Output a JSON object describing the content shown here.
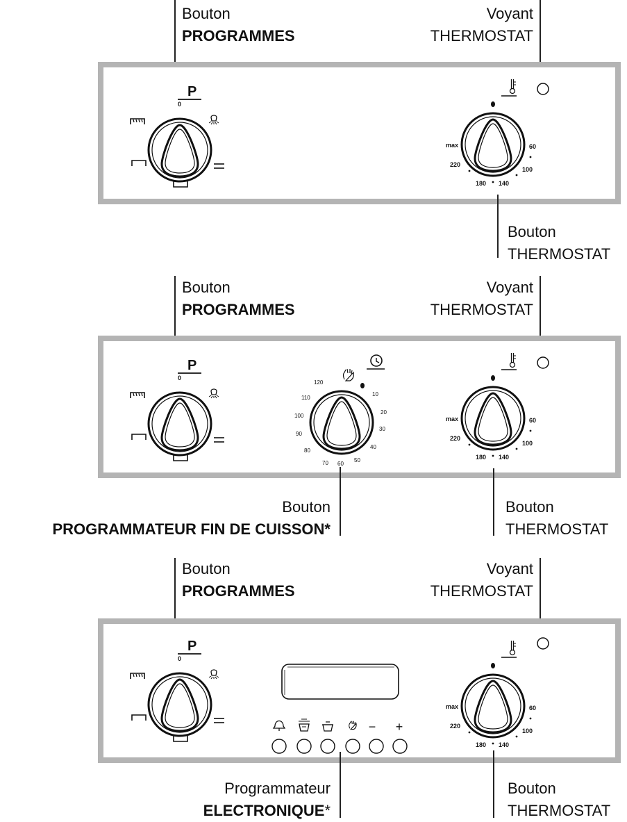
{
  "labels": {
    "bouton": "Bouton",
    "programmes": "PROGRAMMES",
    "voyant": "Voyant",
    "thermostat": "THERMOSTAT",
    "programmateur_fin": "PROGRAMMATEUR FIN DE CUISSON*",
    "programmateur": "Programmateur",
    "electronique": "ELECTRONIQUE",
    "asterisk": "*"
  },
  "knobs": {
    "programmes": {
      "letter": "P",
      "zero": "0"
    },
    "thermostat": {
      "ticks": [
        "max",
        "220",
        "180",
        "140",
        "100",
        "60"
      ]
    },
    "timer": {
      "ticks": [
        "120",
        "110",
        "100",
        "90",
        "80",
        "70",
        "60",
        "50",
        "40",
        "30",
        "20",
        "10"
      ]
    }
  },
  "electronic": {
    "buttons": [
      "bell-icon",
      "cooking-pot-steam-icon",
      "cooking-pot-icon",
      "hand-icon",
      "minus-icon",
      "plus-icon"
    ],
    "minus": "−",
    "plus": "+"
  }
}
